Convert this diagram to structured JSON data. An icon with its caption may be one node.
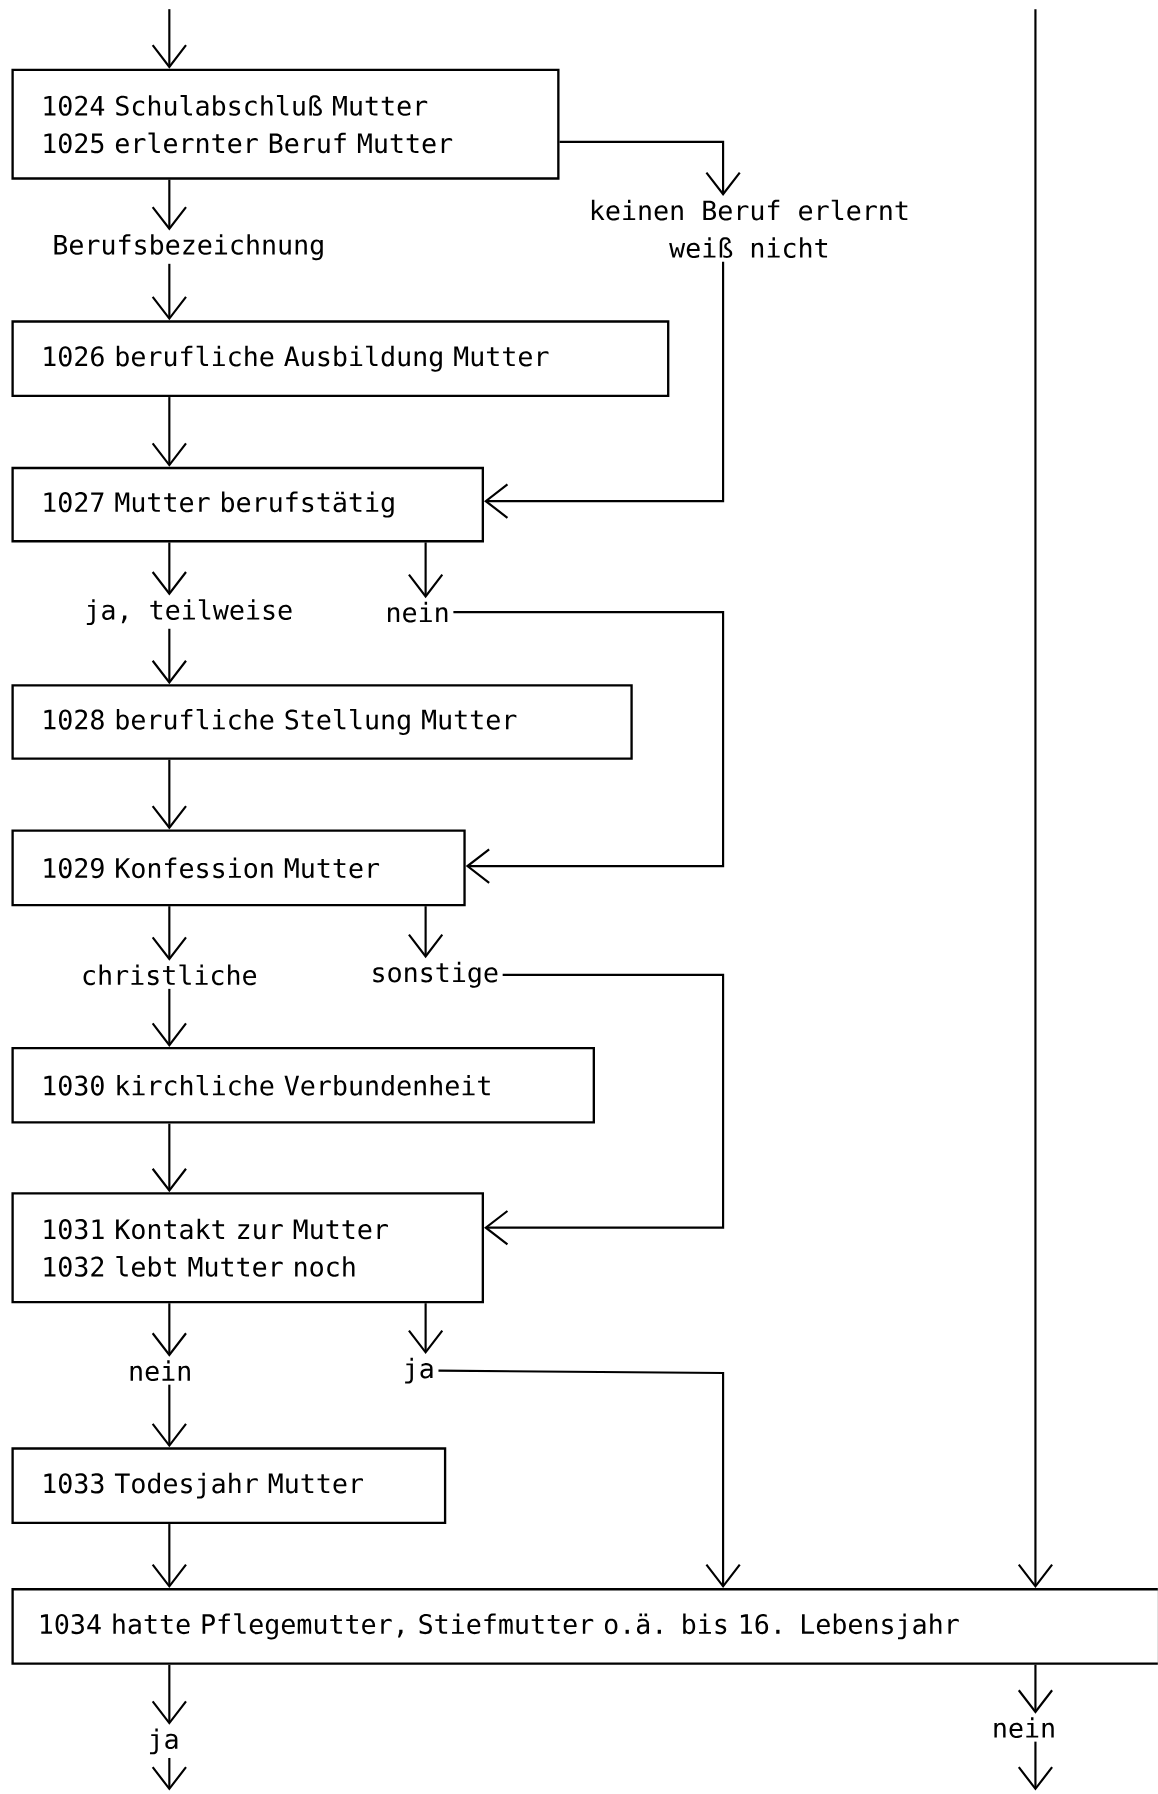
{
  "diagram": {
    "nodes": [
      {
        "text": [
          "1024 Schulabschluß Mutter",
          "1025 erlernter Beruf Mutter"
        ]
      },
      {
        "text": [
          "Berufsbezeichnung"
        ]
      },
      {
        "text": [
          "keinen Beruf erlernt",
          "weiß nicht"
        ]
      },
      {
        "text": [
          "1026 berufliche Ausbildung Mutter"
        ]
      },
      {
        "text": [
          "1027 Mutter berufstätig"
        ]
      },
      {
        "text": [
          "ja, teilweise"
        ]
      },
      {
        "text": [
          "nein"
        ]
      },
      {
        "text": [
          "1028 berufliche Stellung Mutter"
        ]
      },
      {
        "text": [
          "1029 Konfession Mutter"
        ]
      },
      {
        "text": [
          "christliche"
        ]
      },
      {
        "text": [
          "sonstige"
        ]
      },
      {
        "text": [
          "1030 kirchliche Verbundenheit"
        ]
      },
      {
        "text": [
          "1031 Kontakt zur Mutter",
          "1032 lebt Mutter noch"
        ]
      },
      {
        "text": [
          "nein"
        ]
      },
      {
        "text": [
          "ja"
        ]
      },
      {
        "text": [
          "1033 Todesjahr Mutter"
        ]
      },
      {
        "text": [
          "1034 hatte Pflegemutter, Stiefmutter o.ä. bis 16. Lebensjahr"
        ]
      },
      {
        "text": [
          "ja"
        ]
      },
      {
        "text": [
          "nein"
        ]
      }
    ],
    "edges": [
      {
        "from": null,
        "to": 0,
        "arrow": "to"
      },
      {
        "from": 0,
        "to": 1,
        "arrow": "to"
      },
      {
        "from": 0,
        "to": 2,
        "arrow": "to"
      },
      {
        "from": 1,
        "to": 3,
        "arrow": "to"
      },
      {
        "from": 2,
        "to": 4,
        "arrow": "to"
      },
      {
        "from": 3,
        "to": 4,
        "arrow": "to"
      },
      {
        "from": 4,
        "to": 5,
        "arrow": "to"
      },
      {
        "from": 4,
        "to": 6,
        "arrow": "to"
      },
      {
        "from": 5,
        "to": 7,
        "arrow": "to"
      },
      {
        "from": 6,
        "to": 8,
        "arrow": "to"
      },
      {
        "from": 7,
        "to": 8,
        "arrow": "to"
      },
      {
        "from": 8,
        "to": 9,
        "arrow": "to"
      },
      {
        "from": 8,
        "to": 10,
        "arrow": "to"
      },
      {
        "from": 9,
        "to": 11,
        "arrow": "to"
      },
      {
        "from": 10,
        "to": 12,
        "arrow": "to"
      },
      {
        "from": 11,
        "to": 12,
        "arrow": "to"
      },
      {
        "from": 12,
        "to": 13,
        "arrow": "to"
      },
      {
        "from": 12,
        "to": 14,
        "arrow": "to"
      },
      {
        "from": 13,
        "to": 15,
        "arrow": "to"
      },
      {
        "from": 14,
        "to": 16,
        "arrow": "to"
      },
      {
        "from": 15,
        "to": 16,
        "arrow": "to"
      },
      {
        "from": null,
        "to": 16,
        "arrow": "to"
      },
      {
        "from": 16,
        "to": 17,
        "arrow": "to"
      },
      {
        "from": 16,
        "to": 18,
        "arrow": "to"
      },
      {
        "from": 17,
        "to": null,
        "arrow": "to"
      },
      {
        "from": 18,
        "to": null,
        "arrow": "to"
      }
    ]
  }
}
